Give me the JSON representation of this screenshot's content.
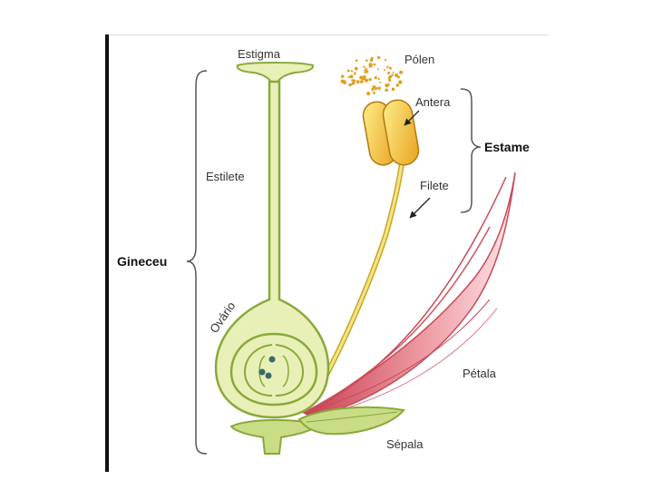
{
  "labels": {
    "estigma": "Estigma",
    "estilete": "Estilete",
    "ovario": "Ovário",
    "gineceu": "Gineceu",
    "polen": "Pólen",
    "antera": "Antera",
    "estame": "Estame",
    "filete": "Filete",
    "petala": "Pétala",
    "sepala": "Sépala"
  },
  "colors": {
    "pistil_fill": "#e8f0b8",
    "pistil_stroke": "#8aa83a",
    "sepal_fill": "#c9dc86",
    "filament": "#e0c83a",
    "anther": "#f0c020",
    "pollen": "#e0a020",
    "petal": "#e07880"
  }
}
